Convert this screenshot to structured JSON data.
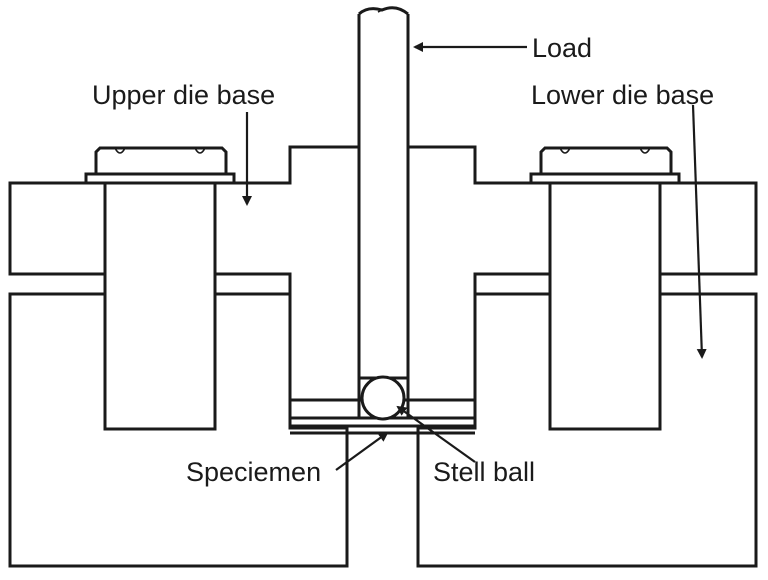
{
  "labels": {
    "load": "Load",
    "upper_die_base": "Upper die base",
    "lower_die_base": "Lower die base",
    "specimen": "Speciemen",
    "steel_ball": "Stell ball"
  },
  "colors": {
    "stroke": "#1a1a1a",
    "background": "#ffffff"
  }
}
